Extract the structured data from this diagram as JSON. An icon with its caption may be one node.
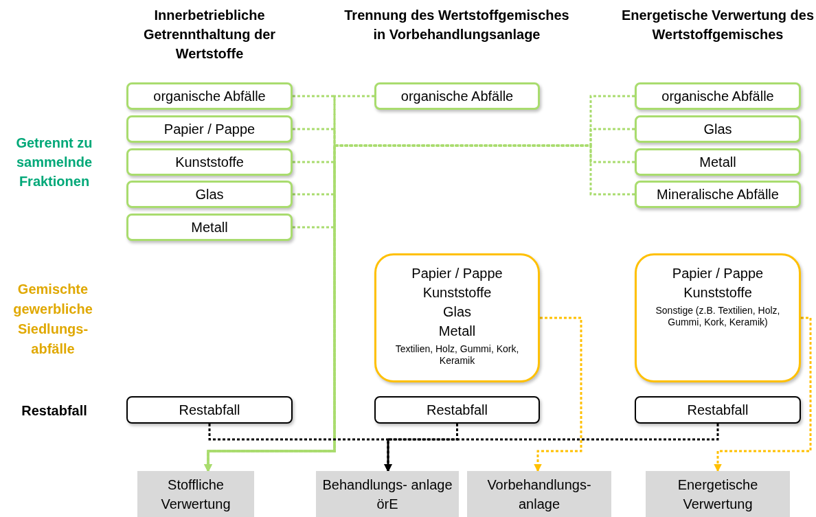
{
  "diagram": {
    "nodes": [
      {
        "text": [
          "organische Abfälle"
        ]
      },
      {
        "text": [
          "Papier / Pappe"
        ]
      },
      {
        "text": [
          "Kunststoffe"
        ]
      },
      {
        "text": [
          "Glas"
        ]
      },
      {
        "text": [
          "Metall"
        ]
      },
      {
        "text": [
          "organische Abfälle"
        ]
      },
      {
        "text": [
          "organische Abfälle"
        ]
      },
      {
        "text": [
          "Glas"
        ]
      },
      {
        "text": [
          "Metall"
        ]
      },
      {
        "text": [
          "Mineralische Abfälle"
        ]
      },
      {
        "text": [
          "Papier / Pappe",
          "Kunststoffe",
          "Glas",
          "Metall",
          "Textilien, Holz, Gummi, Kork, Keramik"
        ]
      },
      {
        "text": [
          "Papier / Pappe",
          "Kunststoffe",
          "Sonstige (z.B. Textilien, Holz, Gummi, Kork, Keramik)"
        ]
      },
      {
        "text": [
          "Restabfall"
        ]
      },
      {
        "text": [
          "Restabfall"
        ]
      },
      {
        "text": [
          "Restabfall"
        ]
      },
      {
        "text": [
          "Stoffliche Verwertung"
        ]
      },
      {
        "text": [
          "Behandlungs- anlage örE"
        ]
      },
      {
        "text": [
          "Vorbehandlungs- anlage"
        ]
      },
      {
        "text": [
          "Energetische Verwertung"
        ]
      }
    ],
    "edges": [
      {
        "from": 0,
        "to": 15,
        "arrow": "to",
        "style": "dashed"
      },
      {
        "from": 1,
        "to": 15,
        "arrow": "to",
        "style": "dashed"
      },
      {
        "from": 2,
        "to": 15,
        "arrow": "to",
        "style": "dashed"
      },
      {
        "from": 3,
        "to": 15,
        "arrow": "to",
        "style": "dashed"
      },
      {
        "from": 4,
        "to": 15,
        "arrow": "to",
        "style": "dashed"
      },
      {
        "from": 5,
        "to": 15,
        "arrow": "to",
        "style": "dashed"
      },
      {
        "from": 6,
        "to": 15,
        "arrow": "to",
        "style": "dashed"
      },
      {
        "from": 7,
        "to": 15,
        "arrow": "to",
        "style": "dashed"
      },
      {
        "from": 8,
        "to": 15,
        "arrow": "to",
        "style": "dashed"
      },
      {
        "from": 9,
        "to": 15,
        "arrow": "to",
        "style": "dashed"
      },
      {
        "from": 10,
        "to": 17,
        "arrow": "to",
        "style": "dashed",
        "color": "#ffc000"
      },
      {
        "from": 11,
        "to": 18,
        "arrow": "to",
        "style": "dashed",
        "color": "#ffc000"
      },
      {
        "from": 12,
        "to": 16,
        "arrow": "to",
        "style": "dashed",
        "color": "#000000"
      },
      {
        "from": 13,
        "to": 16,
        "arrow": "to",
        "style": "dashed",
        "color": "#000000"
      },
      {
        "from": 14,
        "to": 16,
        "arrow": "to",
        "style": "dashed",
        "color": "#000000"
      }
    ],
    "labels": [
      "Innerbetriebliche Getrennthaltung der Wertstoffe",
      "Trennung des Wertstoffgemisches in Vorbehandlungsanlage",
      "Energetische Verwertung des Wertstoffgemisches",
      "Getrennt zu sammelnde Fraktionen",
      "Gemischte gewerbliche Siedlungs- abfälle",
      "Restabfall"
    ]
  }
}
